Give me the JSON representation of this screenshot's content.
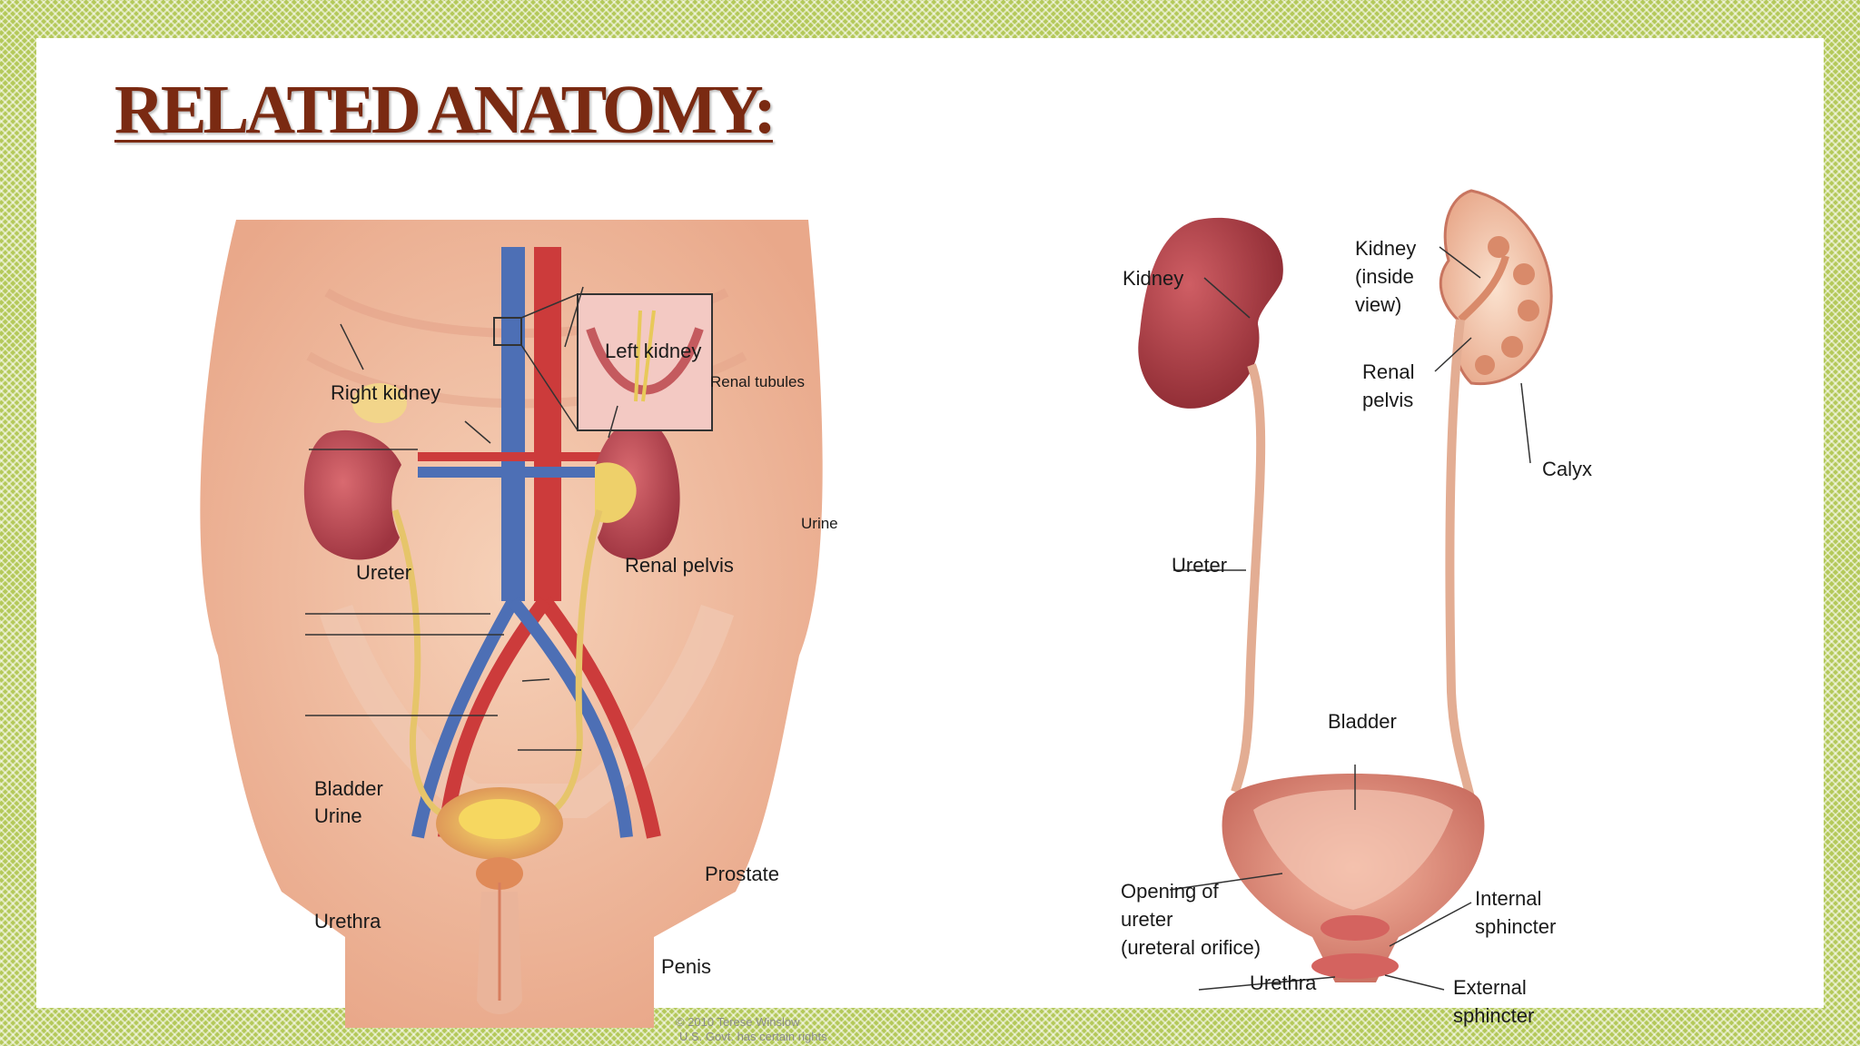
{
  "slide": {
    "title": "RELATED ANATOMY:",
    "colors": {
      "border": "#b4c95a",
      "title": "#7a2a12",
      "kidney": "#b8474f",
      "artery": "#cc3b3b",
      "vein": "#4d6fb5",
      "ureter": "#e6c56a",
      "skin": "#f2c3a6"
    }
  },
  "left_figure": {
    "labels": {
      "right_kidney": "Right kidney",
      "left_kidney": "Left kidney",
      "renal_tubules": "Renal tubules",
      "urine_inset": "Urine",
      "ureter": "Ureter",
      "renal_pelvis": "Renal pelvis",
      "bladder": "Bladder",
      "urine": "Urine",
      "prostate": "Prostate",
      "urethra": "Urethra",
      "penis": "Penis"
    },
    "credit_line1": "© 2010 Terese Winslow",
    "credit_line2": "U.S. Govt. has certain rights"
  },
  "right_figure": {
    "labels": {
      "kidney": "Kidney",
      "kidney_inside": "Kidney\n(inside\nview)",
      "renal_pelvis": "Renal\npelvis",
      "calyx": "Calyx",
      "ureter": "Ureter",
      "bladder": "Bladder",
      "opening_of_ureter": "Opening of\nureter\n(ureteral orifice)",
      "internal_sphincter": "Internal\nsphincter",
      "urethra": "Urethra",
      "external_sphincter": "External\nsphincter"
    }
  }
}
